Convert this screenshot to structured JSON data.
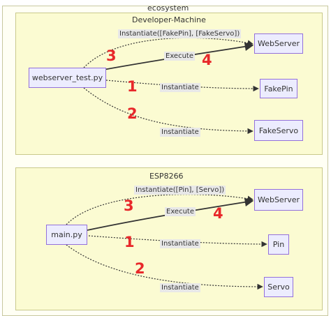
{
  "outer_cluster": {
    "title": "ecosystem"
  },
  "developer_machine": {
    "title": "Developer-Machine",
    "nodes": {
      "client": "webserver_test.py",
      "webserver": "WebServer",
      "pin": "FakePin",
      "servo": "FakeServo"
    },
    "edge_labels": {
      "instantiate_server": "Instantiate([FakePin], [FakeServo])",
      "execute": "Execute",
      "instantiate_pin": "Instantiate",
      "instantiate_servo": "Instantiate"
    },
    "badges": {
      "instantiate_server": "3",
      "execute": "4",
      "instantiate_pin": "1",
      "instantiate_servo": "2"
    }
  },
  "esp8266": {
    "title": "ESP8266",
    "nodes": {
      "client": "main.py",
      "webserver": "WebServer",
      "pin": "Pin",
      "servo": "Servo"
    },
    "edge_labels": {
      "instantiate_server": "Instantiate([Pin], [Servo])",
      "execute": "Execute",
      "instantiate_pin": "Instantiate",
      "instantiate_servo": "Instantiate"
    },
    "badges": {
      "instantiate_server": "3",
      "execute": "4",
      "instantiate_pin": "1",
      "instantiate_servo": "2"
    }
  },
  "colors": {
    "node_fill": "#ececfe",
    "node_border": "#9370db",
    "cluster_fill": "#fbfbd2",
    "edge": "#333333",
    "badge": "#e8282a"
  }
}
